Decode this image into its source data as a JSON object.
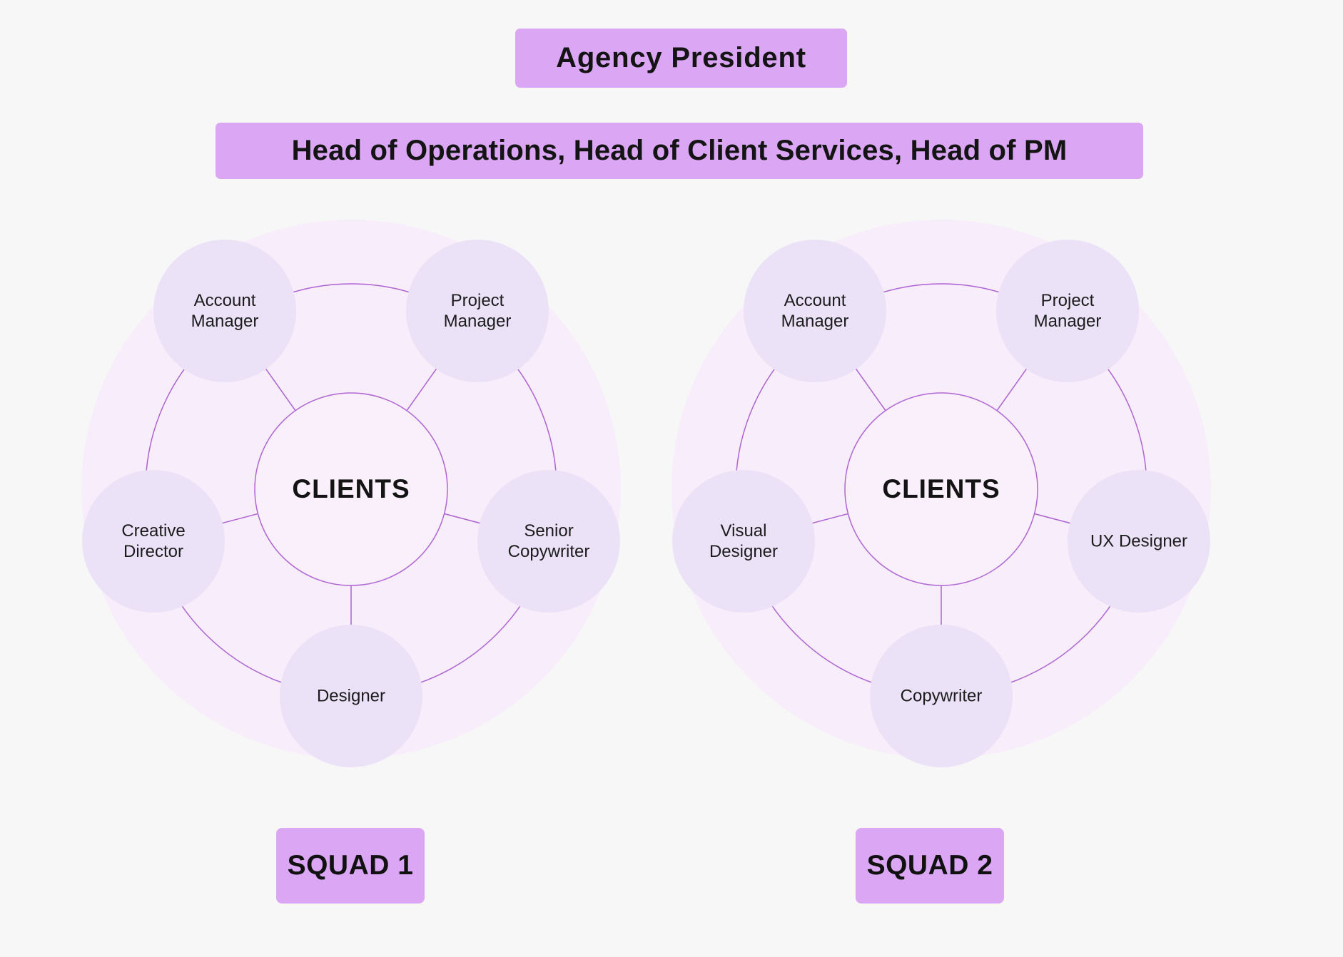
{
  "header": {
    "president_label": "Agency President",
    "heads_label": "Head of Operations, Head of Client Services, Head of PM"
  },
  "squads": [
    {
      "label": "SQUAD 1",
      "center_label": "CLIENTS",
      "satellites": [
        {
          "role": "Account Manager",
          "lines": [
            "Account",
            "Manager"
          ]
        },
        {
          "role": "Project Manager",
          "lines": [
            "Project",
            "Manager"
          ]
        },
        {
          "role": "Creative Director",
          "lines": [
            "Creative",
            "Director"
          ]
        },
        {
          "role": "Senior Copywriter",
          "lines": [
            "Senior",
            "Copywriter"
          ]
        },
        {
          "role": "Designer",
          "lines": [
            "Designer"
          ]
        }
      ]
    },
    {
      "label": "SQUAD 2",
      "center_label": "CLIENTS",
      "satellites": [
        {
          "role": "Account Manager",
          "lines": [
            "Account",
            "Manager"
          ]
        },
        {
          "role": "Project Manager",
          "lines": [
            "Project",
            "Manager"
          ]
        },
        {
          "role": "Visual Designer",
          "lines": [
            "Visual",
            "Designer"
          ]
        },
        {
          "role": "UX Designer",
          "lines": [
            "UX Designer"
          ]
        },
        {
          "role": "Copywriter",
          "lines": [
            "Copywriter"
          ]
        }
      ]
    }
  ],
  "colors": {
    "page_background": "#f8f7f7",
    "box_purple": "#dba6f3",
    "outer_circle": "#f8edfa",
    "satellite_circle": "#ebe2f8",
    "hub_circle_fill": "#faf0fc",
    "connector_purple": "#ad63d3",
    "text": "#1b1b1b"
  }
}
